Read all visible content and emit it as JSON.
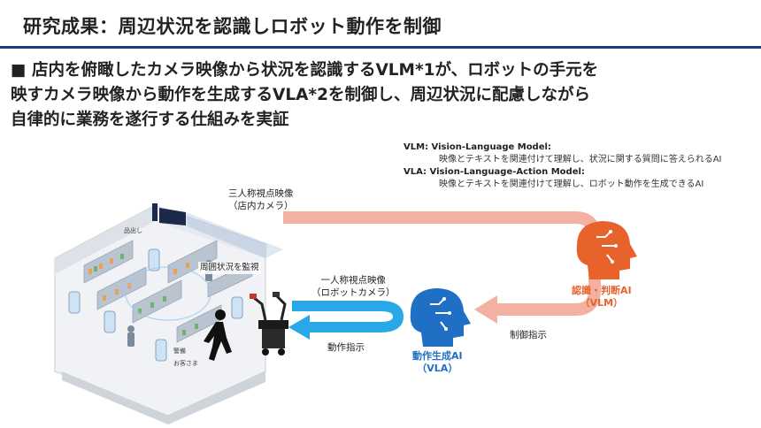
{
  "header": {
    "title": "研究成果：周辺状況を認識しロボット動作を制御"
  },
  "bullet": {
    "marker": "■",
    "lines": [
      "店内を俯瞰したカメラ映像から状況を認識するVLM*1が、ロボットの手元を",
      "映すカメラ映像から動作を生成するVLA*2を制御し、周辺状況に配慮しながら",
      "自律的に業務を遂行する仕組みを実証"
    ]
  },
  "notes": {
    "vlm_term": "VLM: Vision-Language Model:",
    "vlm_desc": "映像とテキストを関連付けて理解し、状況に関する質問に答えられるAI",
    "vla_term": "VLA: Vision-Language-Action Model:",
    "vla_desc": "映像とテキストを関連付けて理解し、ロボット動作を生成できるAI"
  },
  "diagram": {
    "third_person_line1": "三人称視点映像",
    "third_person_line2": "（店内カメラ）",
    "first_person_line1": "一人称視点映像",
    "first_person_line2": "（ロボットカメラ）",
    "action_command": "動作指示",
    "control_command": "制御指示",
    "vlm_line1": "認識・判断AI",
    "vlm_line2": "（VLM）",
    "vla_line1": "動作生成AI",
    "vla_line2": "（VLA）",
    "store_label_monitor": "周囲状況を監視",
    "store_label_stock": "品出し",
    "store_label_guard": "警備",
    "store_label_customer": "お客さま"
  },
  "colors": {
    "title_rule": "#1a3a8c",
    "vlm_orange": "#e8622c",
    "vla_blue": "#1f6fc4",
    "arrow_salmon": "#f4b0a0",
    "arrow_blue": "#29a8e8"
  }
}
